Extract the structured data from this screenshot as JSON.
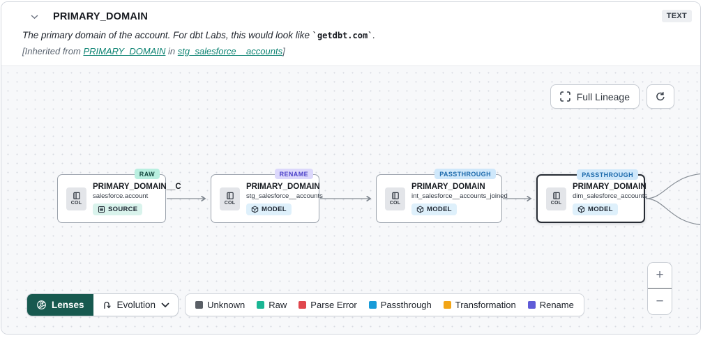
{
  "colors": {
    "canvas_bg": "#f7f8fa",
    "edge": "#868d95",
    "lenses_green": "#17594f",
    "link_teal": "#0b8271",
    "status_raw_bg": "#b9efe0",
    "status_rename_bg": "#dcd8fc",
    "status_passthrough_bg": "#cfe8fb"
  },
  "header": {
    "title": "PRIMARY_DOMAIN",
    "type_badge": "TEXT",
    "description": {
      "prefix": "The primary domain of the account. For dbt Labs, this would look like ",
      "code": "`getdbt.com`",
      "suffix": "."
    },
    "inherited": {
      "prefix": "[Inherited from ",
      "column_link": "PRIMARY_DOMAIN",
      "middle": " in ",
      "model_link": "stg_salesforce__accounts",
      "suffix": "]"
    }
  },
  "toolbar": {
    "full_lineage": "Full Lineage"
  },
  "nodes": [
    {
      "title": "PRIMARY_DOMAIN__C",
      "subtitle": "salesforce.account",
      "resource": "SOURCE",
      "status": "RAW",
      "col_label": "COL"
    },
    {
      "title": "PRIMARY_DOMAIN",
      "subtitle": "stg_salesforce__accounts",
      "resource": "MODEL",
      "status": "RENAME",
      "col_label": "COL"
    },
    {
      "title": "PRIMARY_DOMAIN",
      "subtitle": "int_salesforce__accounts_joined",
      "resource": "MODEL",
      "status": "PASSTHROUGH",
      "col_label": "COL"
    },
    {
      "title": "PRIMARY_DOMAIN",
      "subtitle": "dim_salesforce_accounts",
      "resource": "MODEL",
      "status": "PASSTHROUGH",
      "col_label": "COL"
    }
  ],
  "lenses_bar": {
    "lenses": "Lenses",
    "selected_lens": "Evolution"
  },
  "legend": {
    "items": [
      {
        "label": "Unknown",
        "color": "#5a5f66"
      },
      {
        "label": "Raw",
        "color": "#1bb694"
      },
      {
        "label": "Parse Error",
        "color": "#e0474d"
      },
      {
        "label": "Passthrough",
        "color": "#189bd8"
      },
      {
        "label": "Transformation",
        "color": "#f2a516"
      },
      {
        "label": "Rename",
        "color": "#5f5bd7"
      }
    ]
  },
  "zoom_controls": {
    "zoom_in": "+",
    "zoom_out": "−"
  }
}
